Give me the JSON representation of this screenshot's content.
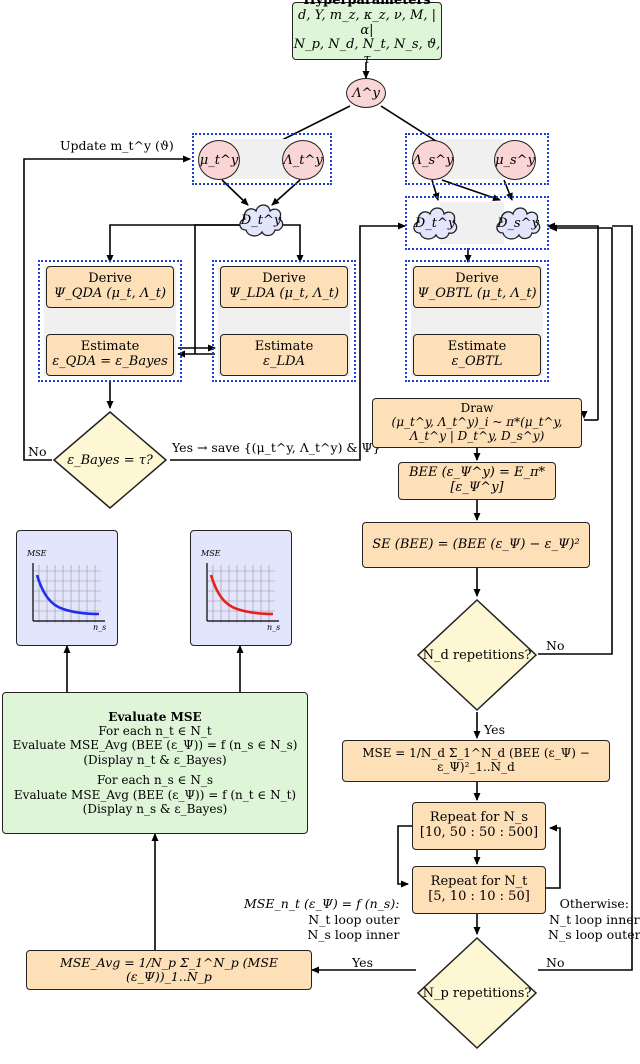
{
  "hyper": {
    "title": "Hyperparameters",
    "line1": "d, Y, m_z, κ_z, ν, M, |α|",
    "line2": "N_p, N_d, N_t, N_s, ϑ, τ"
  },
  "nodes": {
    "lambda_y": "Λ^y",
    "mu_t": "μ_t^y",
    "lambda_t": "Λ_t^y",
    "lambda_s": "Λ_s^y",
    "mu_s": "μ_s^y",
    "d_t": "D_t^y",
    "d_t2": "D_t^y",
    "d_s": "D_s^y"
  },
  "qda": {
    "derive": "Derive",
    "derive_fn": "Ψ_QDA (μ_t, Λ_t)",
    "estimate": "Estimate",
    "estimate_fn": "ε_QDA = ε_Bayes"
  },
  "lda": {
    "derive": "Derive",
    "derive_fn": "Ψ_LDA (μ_t, Λ_t)",
    "estimate": "Estimate",
    "estimate_fn": "ε_LDA"
  },
  "obtl": {
    "derive": "Derive",
    "derive_fn": "Ψ_OBTL (μ_t, Λ_t)",
    "estimate": "Estimate",
    "estimate_fn": "ε_OBTL"
  },
  "update_label": "Update m_t^y (ϑ)",
  "decision_bayes": "ε_Bayes = τ?",
  "no1": "No",
  "yes_save": "Yes → save {(μ_t^y, Λ_t^y) & Ψ}",
  "draw": {
    "title": "Draw",
    "formula": "(μ_t^y, Λ_t^y)_i ~ π*(μ_t^y, Λ_t^y | D_t^y, D_s^y)"
  },
  "bee": "BEE (ε_Ψ^y) = E_π* [ε_Ψ^y]",
  "se": "SE (BEE) = (BEE (ε_Ψ) − ε_Ψ)²",
  "decision_nd": "N_d repetitions?",
  "no2": "No",
  "yes2": "Yes",
  "mse": "MSE = 1/N_d Σ_1^N_d (BEE (ε_Ψ) − ε_Ψ)²_1..N_d",
  "repeat_ns": {
    "title": "Repeat for N_s",
    "range": "[10, 50 : 50 : 500]"
  },
  "repeat_nt": {
    "title": "Repeat for N_t",
    "range": "[5, 10 : 10 : 50]"
  },
  "left_note": {
    "line1": "MSE_n_t (ε_Ψ) = f (n_s):",
    "line2": "N_t loop outer",
    "line3": "N_s loop inner"
  },
  "right_note": {
    "line1": "Otherwise:",
    "line2": "N_t loop inner",
    "line3": "N_s loop outer"
  },
  "decision_np": "N_p repetitions?",
  "yes3": "Yes",
  "no3": "No",
  "mse_avg": "MSE_Avg = 1/N_p Σ_1^N_p (MSE (ε_Ψ))_1..N_p",
  "evaluate": {
    "title": "Evaluate MSE",
    "l1": "For each n_t ∈ N_t",
    "l2": "Evaluate MSE_Avg (BEE (ε_Ψ)) = f (n_s ∈ N_s)",
    "l3": "(Display n_t & ε_Bayes)",
    "l4": "For each n_s ∈ N_s",
    "l5": "Evaluate MSE_Avg (BEE (ε_Ψ)) = f (n_t ∈ N_t)",
    "l6": "(Display n_s & ε_Bayes)"
  },
  "plots": [
    {
      "ylabel": "MSE",
      "xlabel": "n_s",
      "color": "#1f2ee8"
    },
    {
      "ylabel": "MSE",
      "xlabel": "n_s",
      "color": "#e81f1f"
    }
  ],
  "colors": {
    "orange": "#fddfb8",
    "green": "#dff5d8",
    "pink": "#f9d5d5",
    "lavender": "#e2e5fb",
    "yellow": "#fdf7d4",
    "dotted": "#1a3fd6"
  }
}
